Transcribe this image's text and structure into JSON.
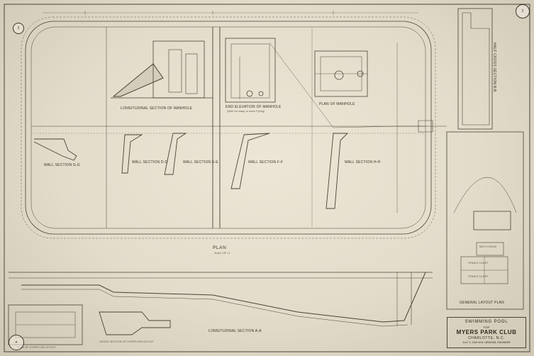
{
  "drawing": {
    "title_block": {
      "line1": "SWIMMING POOL",
      "line2": "FOR",
      "line3": "MYERS PARK CLUB",
      "line4": "CHARLOTTE, N.C.",
      "line5": "JULY 3, 1930 W.M. NEWSOM, ENGINEER"
    },
    "labels": {
      "plan": "PLAN",
      "plan_scale": "Scale 1/8\"=1'",
      "longitudinal_manhole": "LONGITUDINAL SECTION OF MANHOLE",
      "end_elevation": "END ELEVATION OF MANHOLE",
      "end_elevation_note": "(Wall cut away to show Piping)",
      "plan_manhole": "PLAN OF MANHOLE",
      "wall_g": "WALL SECTION G-G",
      "wall_d": "WALL SECTION D-D",
      "wall_e": "WALL SECTION E-E",
      "wall_f": "WALL SECTION F-F",
      "wall_h": "WALL SECTION H-H",
      "long_section": "LONGITUDINAL SECTION A-A",
      "cross_section": "CROSS SECTION OF OVERFLOW OUTLET",
      "plan_outlet": "PLAN OF OVERFLOW OUTLET",
      "half_cross": "HALF CROSS SECTION B-B",
      "general_layout": "GENERAL LAYOUT PLAN",
      "court1": "TENNIS COURT",
      "court2": "TENNIS COURT",
      "bathhouse": "BATH HOUSE"
    },
    "sheet_no_left": "3",
    "sheet_no_right": "2"
  }
}
